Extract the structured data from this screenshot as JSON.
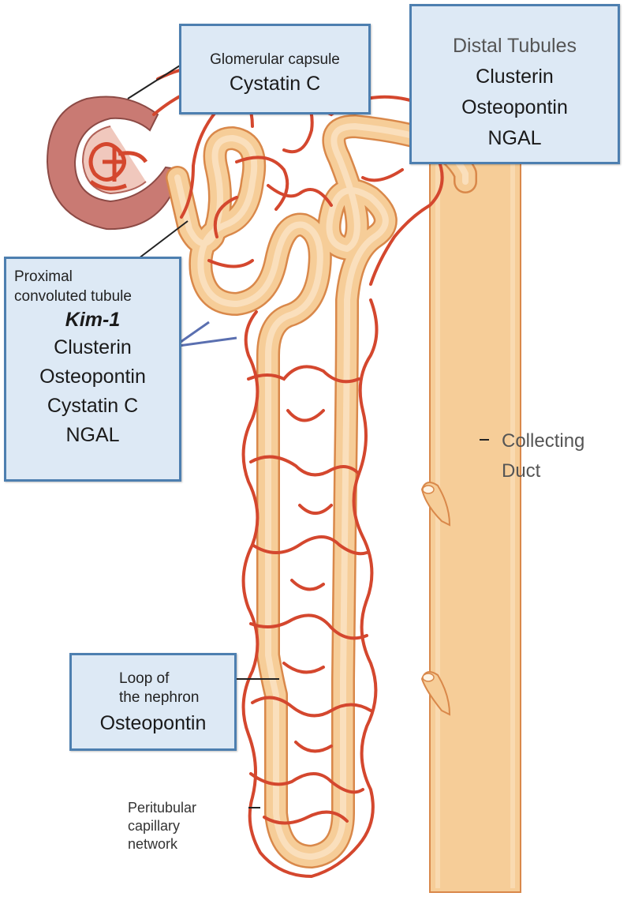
{
  "labels": {
    "glomerular_capsule": {
      "title": "Glomerular capsule",
      "markers": [
        "Cystatin C"
      ]
    },
    "distal_tubules": {
      "title": "Distal Tubules",
      "markers": [
        "Clusterin",
        "Osteopontin",
        "NGAL"
      ]
    },
    "proximal_tubule": {
      "title_line1": "Proximal",
      "title_line2": "convoluted tubule",
      "markers": [
        "Kim-1",
        "Clusterin",
        "Osteopontin",
        "Cystatin C",
        "NGAL"
      ]
    },
    "loop": {
      "title_line1": "Loop of",
      "title_line2": "the nephron",
      "markers": [
        "Osteopontin"
      ]
    },
    "collecting_duct": {
      "line1": "Collecting",
      "line2": "Duct"
    },
    "peritubular": {
      "line1": "Peritubular",
      "line2": "capillary",
      "line3": "network"
    }
  },
  "colors": {
    "tubule_fill": "#f6cd98",
    "tubule_outline": "#d9884a",
    "capillary": "#d4472e",
    "capsule": "#c97a73",
    "box_fill": "#dde9f5",
    "box_border": "#4d7fb0"
  }
}
